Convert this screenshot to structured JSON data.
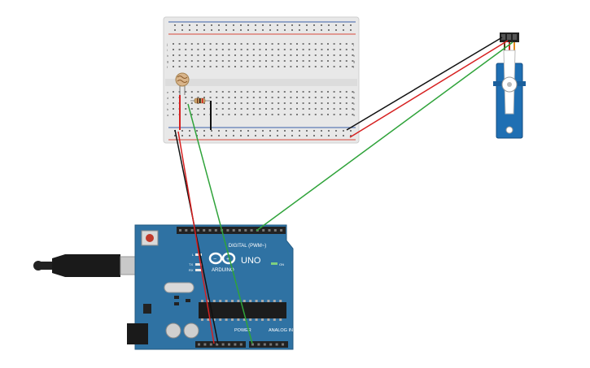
{
  "canvas": {
    "background": "#ffffff"
  },
  "colors": {
    "breadboard": "#e8e8e8",
    "breadboard_edge": "#cfcfcf",
    "rail_red": "#d9473a",
    "rail_blue": "#3a5fa8",
    "arduino_board": "#2f72a3",
    "arduino_edge": "#235a82",
    "header": "#222222",
    "servo_body": "#1f6fb3",
    "wire_black": "#111111",
    "wire_red": "#d62020",
    "wire_green": "#2fa33a",
    "resistor": "#c9a36a",
    "photoresistor": "#d8b48a"
  },
  "breadboard": {
    "row_letters_top": [
      "j",
      "i",
      "h",
      "g",
      "f"
    ],
    "row_letters_bottom": [
      "e",
      "d",
      "c",
      "b",
      "a"
    ]
  },
  "arduino": {
    "logo_text": "ARDUINO",
    "model_text": "UNO",
    "digital_label": "DIGITAL (PWM~)",
    "power_label": "POWER",
    "analog_label": "ANALOG IN",
    "on_label": "ON",
    "tx_label": "TX",
    "rx_label": "RX",
    "l_label": "L"
  },
  "components": {
    "photoresistor": "photoresistor",
    "resistor": "resistor",
    "servo": "servo",
    "usb_cable": "usb-cable",
    "power_jack": "dc-power-jack"
  }
}
